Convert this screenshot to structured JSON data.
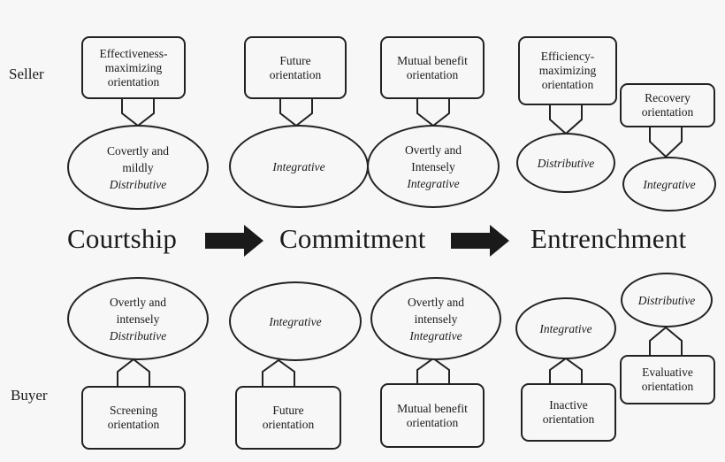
{
  "sides": {
    "seller": "Seller",
    "buyer": "Buyer"
  },
  "phases": [
    "Courtship",
    "Commitment",
    "Entrenchment"
  ],
  "seller": [
    {
      "orientation": "Effectiveness-\nmaximizing\norientation",
      "stance": [
        "Covertly and",
        "mildly"
      ],
      "style": "Distributive"
    },
    {
      "orientation": "Future\norientation",
      "stance": [],
      "style": "Integrative"
    },
    {
      "orientation": "Mutual benefit\norientation",
      "stance": [
        "Overtly and",
        "Intensely"
      ],
      "style": "Integrative"
    },
    {
      "orientation": "Efficiency-\nmaximizing\norientation",
      "stance": [],
      "style": "Distributive"
    },
    {
      "orientation": "Recovery\norientation",
      "stance": [],
      "style": "Integrative"
    }
  ],
  "buyer": [
    {
      "orientation": "Screening\norientation",
      "stance": [
        "Overtly and",
        "intensely"
      ],
      "style": "Distributive"
    },
    {
      "orientation": "Future\norientation",
      "stance": [],
      "style": "Integrative"
    },
    {
      "orientation": "Mutual benefit\norientation",
      "stance": [
        "Overtly and",
        "intensely"
      ],
      "style": "Integrative"
    },
    {
      "orientation": "Inactive\norientation",
      "stance": [],
      "style": "Integrative"
    },
    {
      "orientation": "Evaluative\norientation",
      "stance": [],
      "style": "Distributive"
    }
  ]
}
